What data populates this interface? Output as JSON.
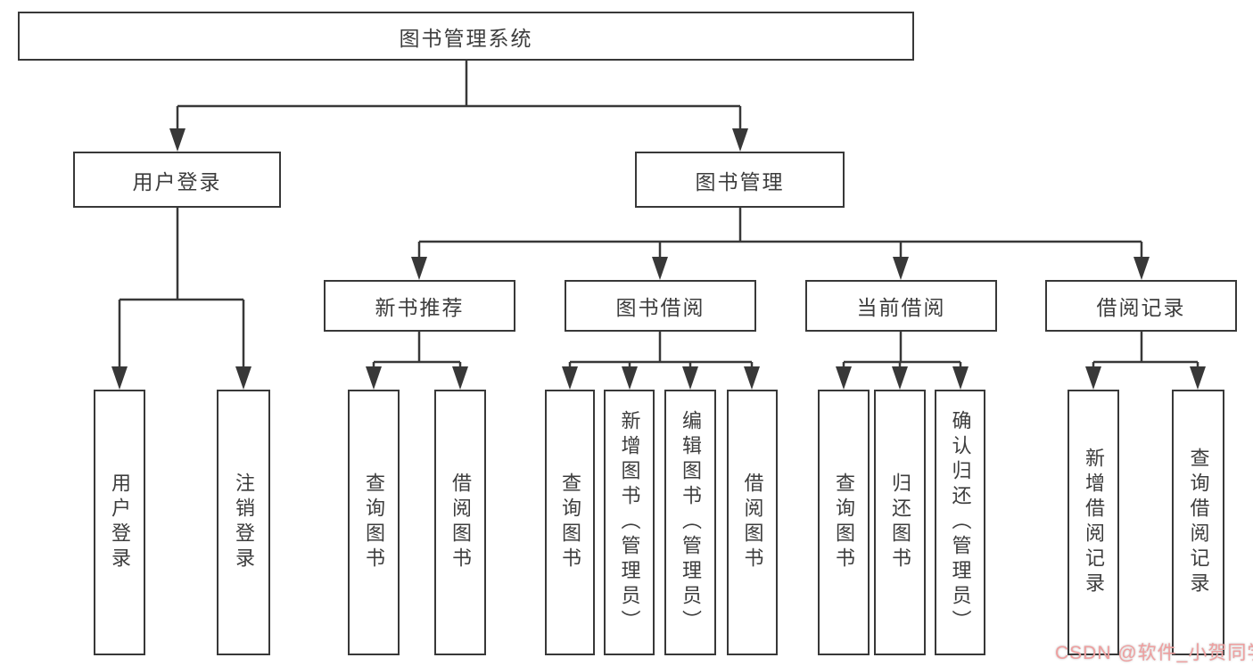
{
  "diagram_type": "hierarchy",
  "tree": {
    "label": "图书管理系统",
    "children": [
      {
        "label": "用户登录",
        "children": [
          {
            "label": "用户登录"
          },
          {
            "label": "注销登录"
          }
        ]
      },
      {
        "label": "图书管理",
        "children": [
          {
            "label": "新书推荐",
            "children": [
              {
                "label": "查询图书"
              },
              {
                "label": "借阅图书"
              }
            ]
          },
          {
            "label": "图书借阅",
            "children": [
              {
                "label": "查询图书"
              },
              {
                "label": "新增图书（管理员）"
              },
              {
                "label": "编辑图书（管理员）"
              },
              {
                "label": "借阅图书"
              }
            ]
          },
          {
            "label": "当前借阅",
            "children": [
              {
                "label": "查询图书"
              },
              {
                "label": "归还图书"
              },
              {
                "label": "确认归还（管理员）"
              }
            ]
          },
          {
            "label": "借阅记录",
            "children": [
              {
                "label": "新增借阅记录"
              },
              {
                "label": "查询借阅记录"
              }
            ]
          }
        ]
      }
    ]
  },
  "watermark": {
    "text": "CSDN @软件_小贺同学"
  },
  "colors": {
    "line": "#383838",
    "box_border": "#383838",
    "text": "#3d3d3d",
    "background": "#ffffff",
    "watermark": "#ef9f9f"
  }
}
